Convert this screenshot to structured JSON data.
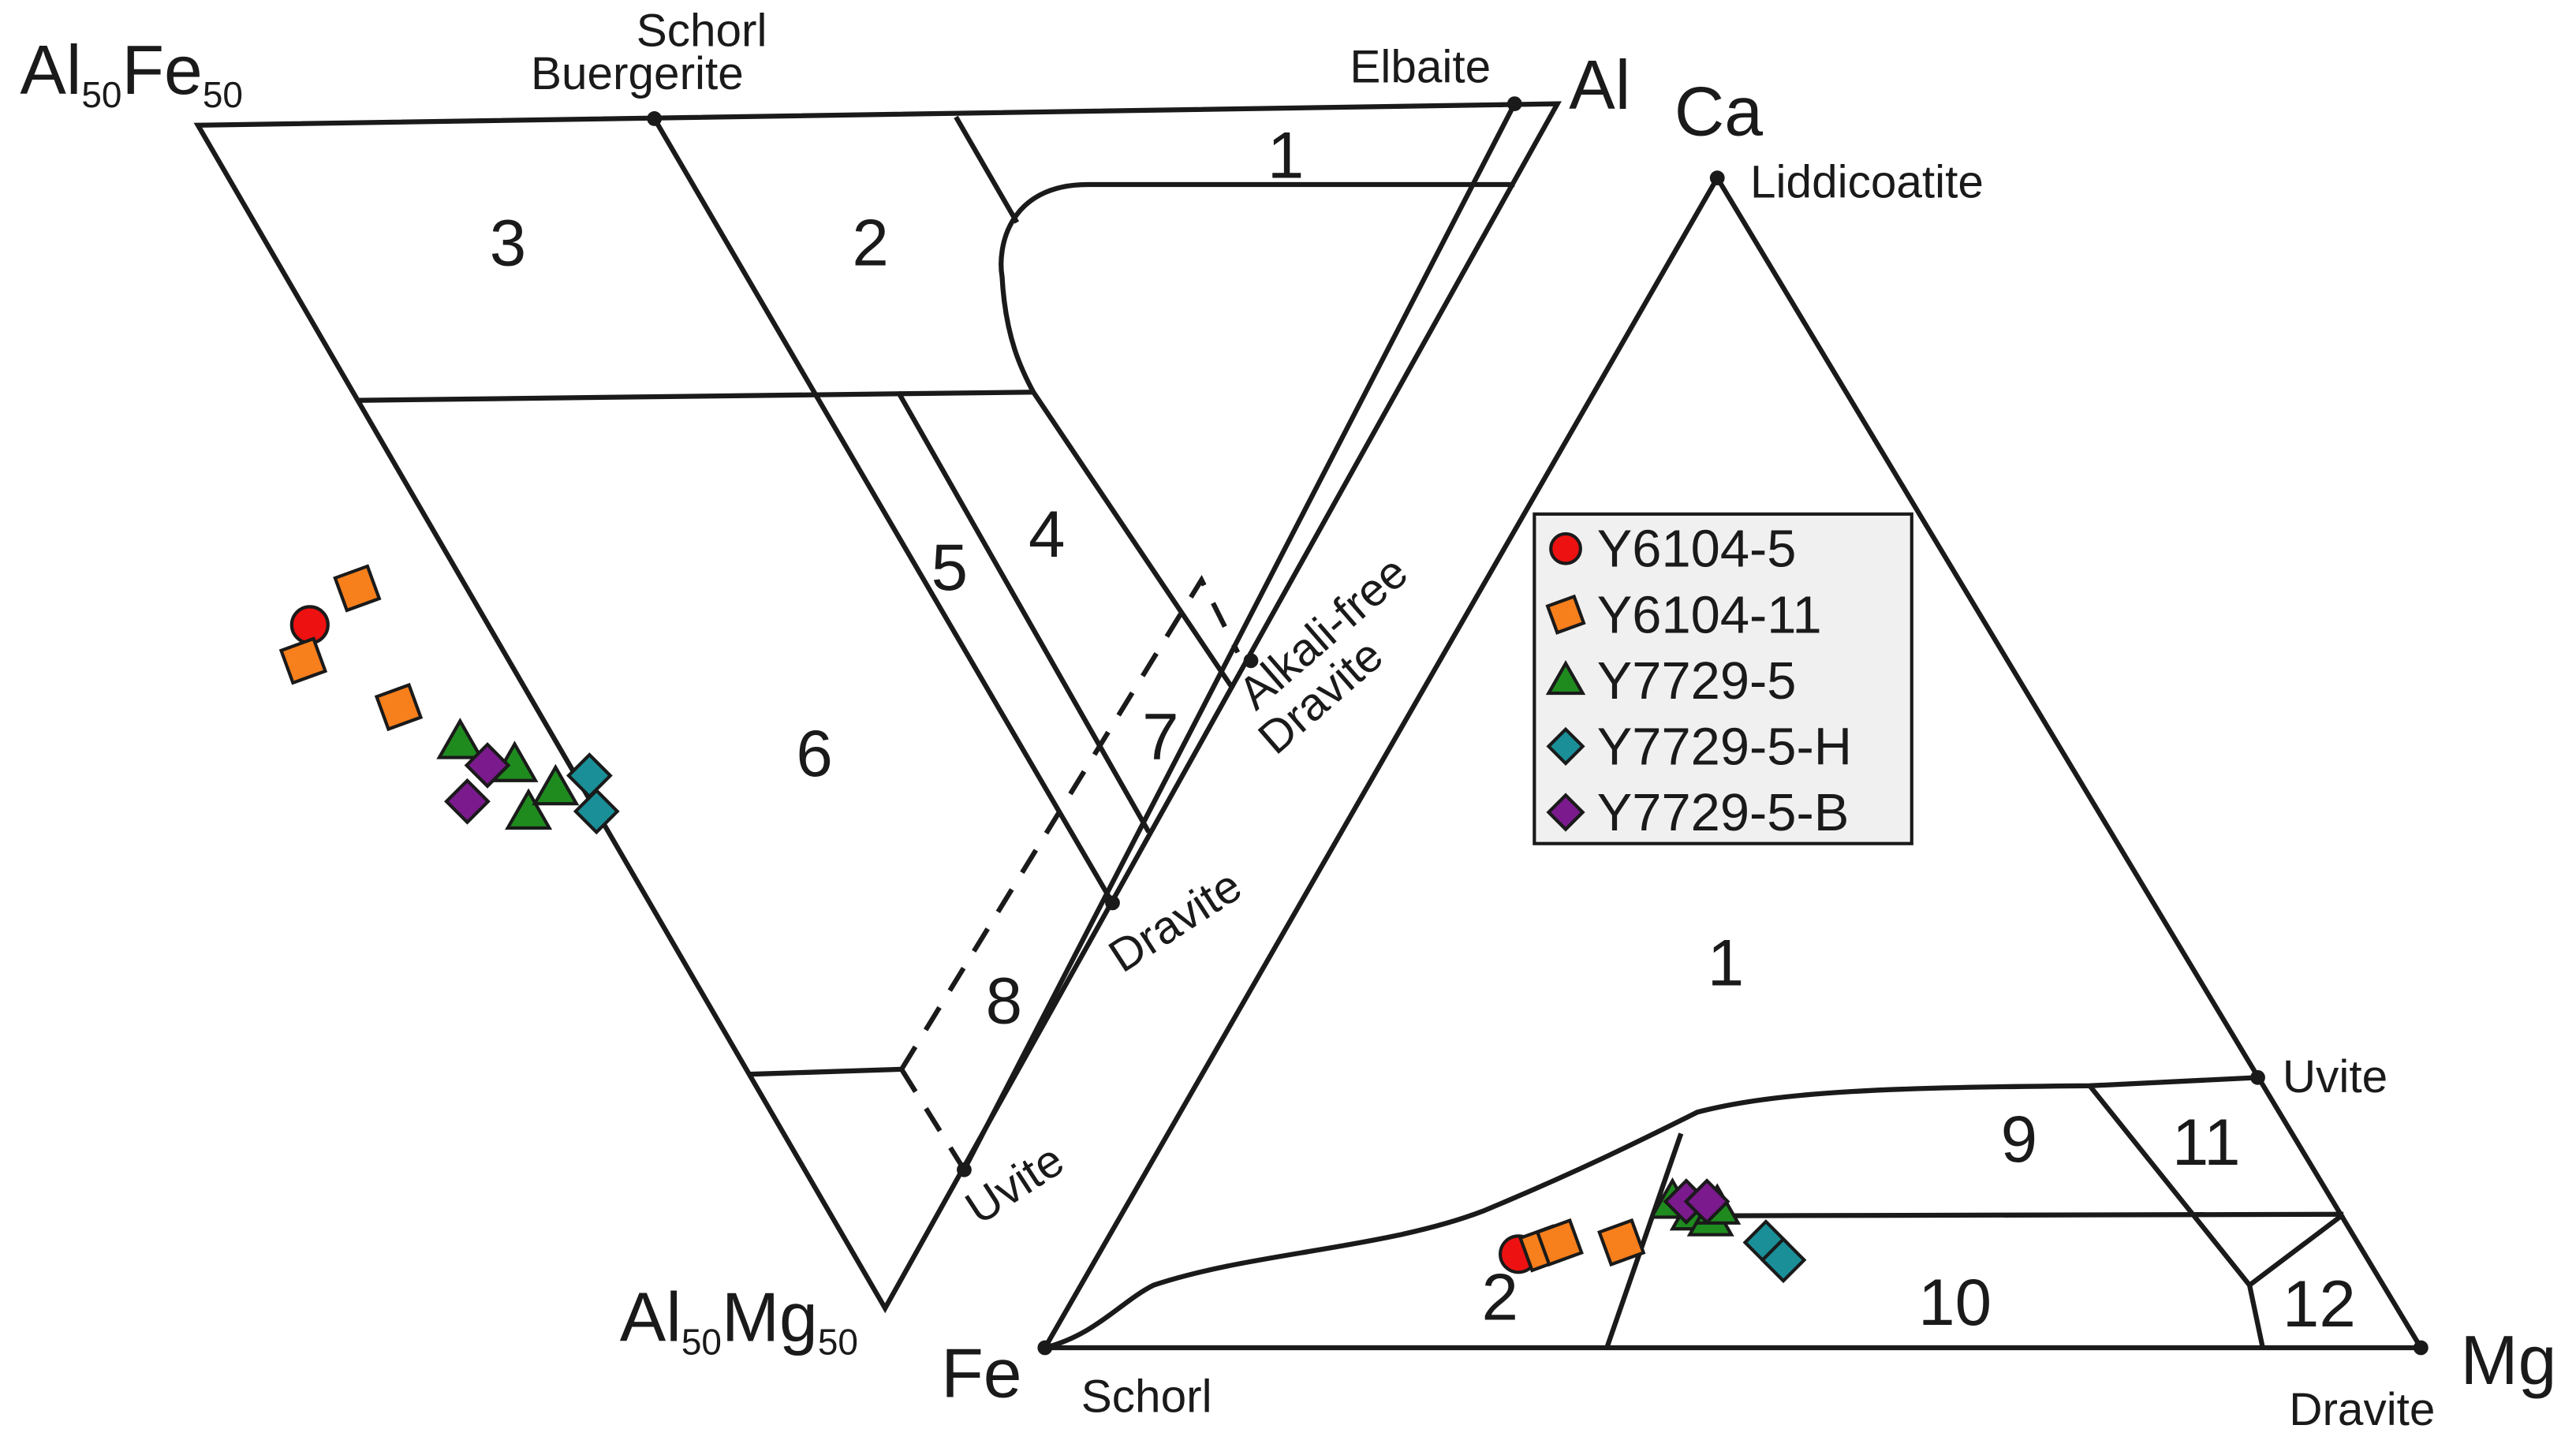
{
  "chart_data": [
    {
      "type": "scatter",
      "diagram": "Al-Fe-Mg (Al50Fe50 - Al - Al50Mg50)",
      "vertices": {
        "top_left": "Al",
        "top_left_sub1": "50",
        "top_left_main2": "Fe",
        "top_left_sub2": "50",
        "top_right": "Al",
        "bottom": "Al",
        "bottom_sub1": "50",
        "bottom_main2": "Mg",
        "bottom_sub2": "50"
      },
      "end_members": [
        "Schorl",
        "Buergerite",
        "Elbaite",
        "Alkali-free",
        "Dravite",
        "Dravite",
        "Uvite"
      ],
      "field_labels": [
        "1",
        "2",
        "3",
        "4",
        "5",
        "6",
        "7",
        "8"
      ],
      "series": [
        {
          "name": "Y6104-5",
          "marker": "circle",
          "color": "#ee1111",
          "points": [
            {
              "Al": 43.5,
              "Fe": 35.5,
              "Mg": 21.0
            }
          ]
        },
        {
          "name": "Y6104-11",
          "marker": "square",
          "color": "#f77f1c",
          "points": [
            {
              "Al": 46.0,
              "Fe": 34.5,
              "Mg": 19.5
            },
            {
              "Al": 42.5,
              "Fe": 35.0,
              "Mg": 22.5
            },
            {
              "Al": 45.0,
              "Fe": 30.5,
              "Mg": 24.5
            }
          ]
        },
        {
          "name": "Y7729-5",
          "marker": "triangle",
          "color": "#1f8b1f",
          "points": [
            {
              "Al": 46.5,
              "Fe": 27.5,
              "Mg": 26.0
            },
            {
              "Al": 48.0,
              "Fe": 25.0,
              "Mg": 27.0
            },
            {
              "Al": 47.5,
              "Fe": 23.5,
              "Mg": 29.0
            },
            {
              "Al": 49.0,
              "Fe": 23.0,
              "Mg": 28.0
            }
          ]
        },
        {
          "name": "Y7729-5-H",
          "marker": "diamond",
          "color": "#1a8f98",
          "points": [
            {
              "Al": 50.5,
              "Fe": 22.0,
              "Mg": 27.5
            },
            {
              "Al": 50.0,
              "Fe": 21.0,
              "Mg": 29.0
            }
          ]
        },
        {
          "name": "Y7729-5-B",
          "marker": "diamond",
          "color": "#7a1a8c",
          "points": [
            {
              "Al": 47.0,
              "Fe": 26.0,
              "Mg": 27.0
            },
            {
              "Al": 45.5,
              "Fe": 26.0,
              "Mg": 28.5
            }
          ]
        }
      ]
    },
    {
      "type": "scatter",
      "diagram": "Ca-Fe-Mg",
      "vertices": {
        "top": "Ca",
        "left": "Fe",
        "right": "Mg"
      },
      "end_members": [
        "Liddicoatite",
        "Uvite",
        "Schorl",
        "Dravite"
      ],
      "field_labels": [
        "1",
        "2",
        "9",
        "10",
        "11",
        "12"
      ],
      "series": [
        {
          "name": "Y6104-5",
          "marker": "circle",
          "color": "#ee1111",
          "points": [
            {
              "Ca": 8.0,
              "Fe": 61.5,
              "Mg": 30.5
            }
          ]
        },
        {
          "name": "Y6104-11",
          "marker": "square",
          "color": "#f77f1c",
          "points": [
            {
              "Ca": 8.5,
              "Fe": 59.5,
              "Mg": 32.0
            },
            {
              "Ca": 9.0,
              "Fe": 58.0,
              "Mg": 33.0
            },
            {
              "Ca": 9.0,
              "Fe": 53.5,
              "Mg": 37.5
            }
          ]
        },
        {
          "name": "Y7729-5",
          "marker": "triangle",
          "color": "#1f8b1f",
          "points": [
            {
              "Ca": 12.5,
              "Fe": 48.0,
              "Mg": 39.5
            },
            {
              "Ca": 11.5,
              "Fe": 47.0,
              "Mg": 41.5
            },
            {
              "Ca": 11.0,
              "Fe": 46.0,
              "Mg": 43.0
            },
            {
              "Ca": 12.0,
              "Fe": 45.0,
              "Mg": 43.0
            }
          ]
        },
        {
          "name": "Y7729-5-H",
          "marker": "diamond",
          "color": "#1a8f98",
          "points": [
            {
              "Ca": 9.0,
              "Fe": 43.0,
              "Mg": 48.0
            },
            {
              "Ca": 7.5,
              "Fe": 42.5,
              "Mg": 50.0
            }
          ]
        },
        {
          "name": "Y7729-5-B",
          "marker": "diamond",
          "color": "#7a1a8c",
          "points": [
            {
              "Ca": 12.5,
              "Fe": 47.0,
              "Mg": 40.5
            },
            {
              "Ca": 12.5,
              "Fe": 45.5,
              "Mg": 42.0
            }
          ]
        }
      ],
      "legend": {
        "placement": "inside-upper-center",
        "entries": [
          "Y6104-5",
          "Y6104-11",
          "Y7729-5",
          "Y7729-5-H",
          "Y7729-5-B"
        ]
      }
    }
  ]
}
